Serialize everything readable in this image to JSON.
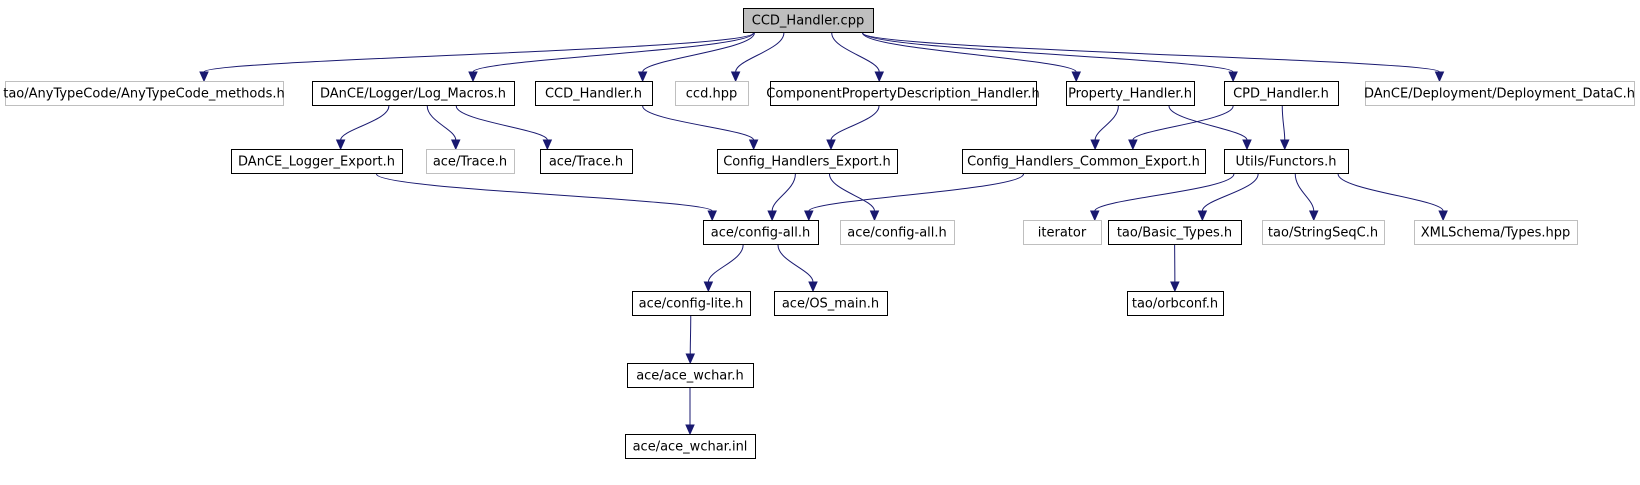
{
  "colors": {
    "edge": "#191970",
    "root_fill": "#bfbfbf",
    "node_fill": "#ffffff",
    "node_border": "#000000",
    "external_border": "#bfbfbf"
  },
  "nodes": [
    {
      "id": "root",
      "label": "CCD_Handler.cpp",
      "kind": "root"
    },
    {
      "id": "anytypecode",
      "label": "tao/AnyTypeCode/AnyTypeCode_methods.h",
      "kind": "external"
    },
    {
      "id": "log_macros",
      "label": "DAnCE/Logger/Log_Macros.h",
      "kind": "file"
    },
    {
      "id": "ccd_handler_h",
      "label": "CCD_Handler.h",
      "kind": "file"
    },
    {
      "id": "ccd_hpp",
      "label": "ccd.hpp",
      "kind": "external"
    },
    {
      "id": "cpd_handler_long",
      "label": "ComponentPropertyDescription_Handler.h",
      "kind": "file"
    },
    {
      "id": "property_handler",
      "label": "Property_Handler.h",
      "kind": "file"
    },
    {
      "id": "cpd_handler",
      "label": "CPD_Handler.h",
      "kind": "file"
    },
    {
      "id": "deployment_datac",
      "label": "DAnCE/Deployment/Deployment_DataC.h",
      "kind": "external"
    },
    {
      "id": "dance_logger_export",
      "label": "DAnCE_Logger_Export.h",
      "kind": "file"
    },
    {
      "id": "trace_ext",
      "label": "ace/Trace.h",
      "kind": "external"
    },
    {
      "id": "trace",
      "label": "ace/Trace.h",
      "kind": "file"
    },
    {
      "id": "config_handlers_export",
      "label": "Config_Handlers_Export.h",
      "kind": "file"
    },
    {
      "id": "config_handlers_common_export",
      "label": "Config_Handlers_Common_Export.h",
      "kind": "file"
    },
    {
      "id": "functors",
      "label": "Utils/Functors.h",
      "kind": "file"
    },
    {
      "id": "config_all",
      "label": "ace/config-all.h",
      "kind": "file"
    },
    {
      "id": "config_all_ext",
      "label": "ace/config-all.h",
      "kind": "external"
    },
    {
      "id": "iterator",
      "label": "iterator",
      "kind": "external"
    },
    {
      "id": "basic_types",
      "label": "tao/Basic_Types.h",
      "kind": "file"
    },
    {
      "id": "stringseqc",
      "label": "tao/StringSeqC.h",
      "kind": "external"
    },
    {
      "id": "xmlschema_types",
      "label": "XMLSchema/Types.hpp",
      "kind": "external"
    },
    {
      "id": "config_lite",
      "label": "ace/config-lite.h",
      "kind": "file"
    },
    {
      "id": "os_main",
      "label": "ace/OS_main.h",
      "kind": "file"
    },
    {
      "id": "orbconf",
      "label": "tao/orbconf.h",
      "kind": "file"
    },
    {
      "id": "ace_wchar_h",
      "label": "ace/ace_wchar.h",
      "kind": "file"
    },
    {
      "id": "ace_wchar_inl",
      "label": "ace/ace_wchar.inl",
      "kind": "file"
    }
  ],
  "edges": [
    {
      "from": "root",
      "to": "anytypecode"
    },
    {
      "from": "root",
      "to": "log_macros"
    },
    {
      "from": "root",
      "to": "ccd_handler_h"
    },
    {
      "from": "root",
      "to": "ccd_hpp"
    },
    {
      "from": "root",
      "to": "cpd_handler_long"
    },
    {
      "from": "root",
      "to": "property_handler"
    },
    {
      "from": "root",
      "to": "cpd_handler"
    },
    {
      "from": "root",
      "to": "deployment_datac"
    },
    {
      "from": "log_macros",
      "to": "dance_logger_export"
    },
    {
      "from": "log_macros",
      "to": "trace_ext"
    },
    {
      "from": "log_macros",
      "to": "trace"
    },
    {
      "from": "ccd_handler_h",
      "to": "config_handlers_export"
    },
    {
      "from": "cpd_handler_long",
      "to": "config_handlers_export"
    },
    {
      "from": "property_handler",
      "to": "config_handlers_common_export"
    },
    {
      "from": "property_handler",
      "to": "functors"
    },
    {
      "from": "cpd_handler",
      "to": "config_handlers_common_export"
    },
    {
      "from": "cpd_handler",
      "to": "functors"
    },
    {
      "from": "dance_logger_export",
      "to": "config_all"
    },
    {
      "from": "config_handlers_export",
      "to": "config_all"
    },
    {
      "from": "config_handlers_export",
      "to": "config_all_ext"
    },
    {
      "from": "config_handlers_common_export",
      "to": "config_all"
    },
    {
      "from": "functors",
      "to": "iterator"
    },
    {
      "from": "functors",
      "to": "basic_types"
    },
    {
      "from": "functors",
      "to": "stringseqc"
    },
    {
      "from": "functors",
      "to": "xmlschema_types"
    },
    {
      "from": "config_all",
      "to": "config_lite"
    },
    {
      "from": "config_all",
      "to": "os_main"
    },
    {
      "from": "basic_types",
      "to": "orbconf"
    },
    {
      "from": "config_lite",
      "to": "ace_wchar_h"
    },
    {
      "from": "ace_wchar_h",
      "to": "ace_wchar_inl"
    }
  ]
}
